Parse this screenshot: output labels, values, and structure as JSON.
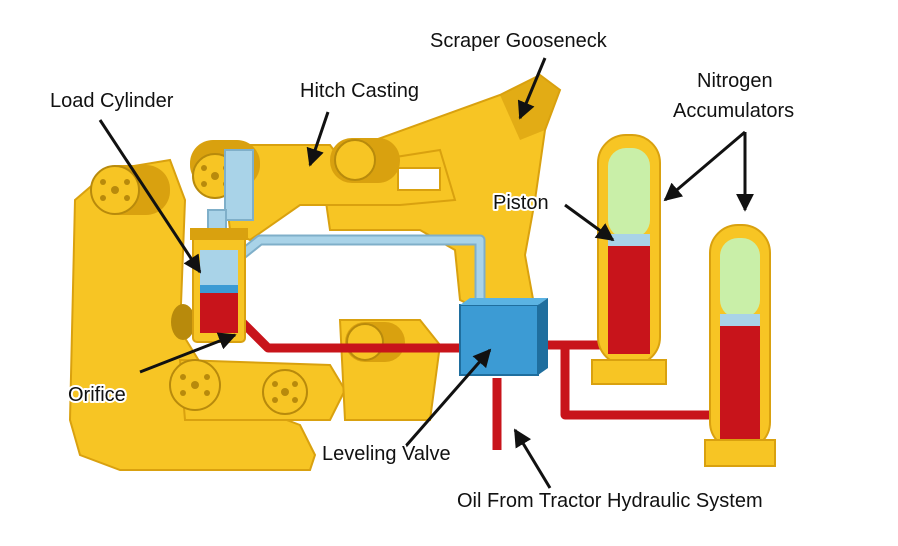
{
  "labels": {
    "scraper_gooseneck": "Scraper Gooseneck",
    "nitrogen": "Nitrogen",
    "accumulators": "Accumulators",
    "load_cylinder": "Load Cylinder",
    "hitch_casting": "Hitch Casting",
    "piston": "Piston",
    "orifice": "Orifice",
    "leveling_valve": "Leveling Valve",
    "oil_source": "Oil From Tractor Hydraulic System"
  },
  "colors": {
    "casting": "#F7C524",
    "casting_dark": "#D9A10F",
    "casting_shadow": "#B88A0C",
    "oil": "#C8141B",
    "nitrogen_gas": "#C9EFA8",
    "piston": "#A9D3E8",
    "valve": "#3C9BD4",
    "pipe_blue": "#A9D3E8",
    "pipe_outline": "#7FAFC9",
    "arrow": "#111111"
  }
}
